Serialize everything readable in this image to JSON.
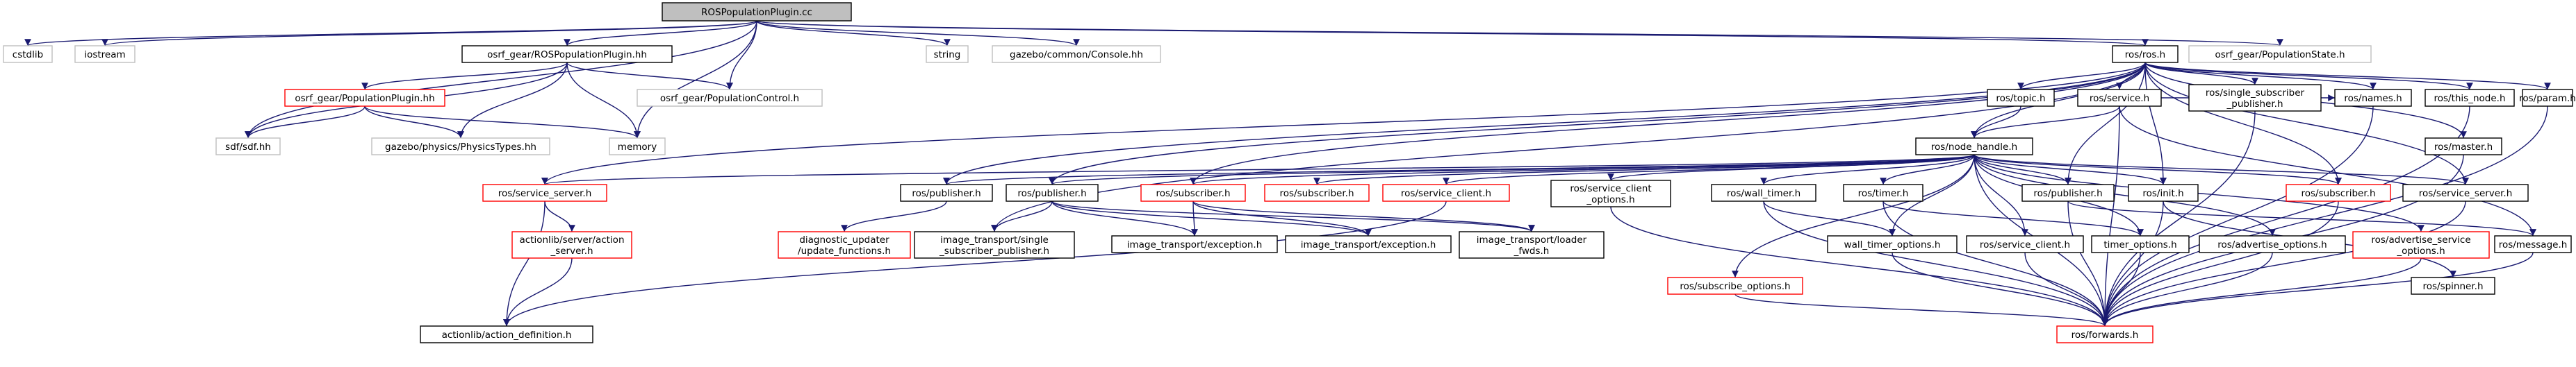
{
  "colors": {
    "background": "#ffffff",
    "root_fill": "#bfbfbf",
    "documented_border": "#000000",
    "undocumented_border": "#bfbfbf",
    "external_border": "#ff0000",
    "text": "#000000",
    "edge": "#191970"
  },
  "nodes": [
    {
      "id": "root",
      "label": "ROSPopulationPlugin.cc",
      "kind": "root"
    },
    {
      "id": "cstdlib",
      "label": "cstdlib",
      "kind": "undocumented"
    },
    {
      "id": "iostream",
      "label": "iostream",
      "kind": "undocumented"
    },
    {
      "id": "ros_plugin_hh",
      "label": "osrf_gear/ROSPopulationPlugin.hh",
      "kind": "documented"
    },
    {
      "id": "string",
      "label": "string",
      "kind": "undocumented"
    },
    {
      "id": "gazebo_console",
      "label": "gazebo/common/Console.hh",
      "kind": "undocumented"
    },
    {
      "id": "ros_h",
      "label": "ros/ros.h",
      "kind": "documented"
    },
    {
      "id": "population_state",
      "label": "osrf_gear/PopulationState.h",
      "kind": "undocumented"
    },
    {
      "id": "pop_plugin_hh",
      "label": "osrf_gear/PopulationPlugin.hh",
      "kind": "external"
    },
    {
      "id": "pop_control",
      "label": "osrf_gear/PopulationControl.h",
      "kind": "undocumented"
    },
    {
      "id": "memory",
      "label": "memory",
      "kind": "undocumented"
    },
    {
      "id": "sdf",
      "label": "sdf/sdf.hh",
      "kind": "undocumented"
    },
    {
      "id": "physics_types",
      "label": "gazebo/physics/PhysicsTypes.hh",
      "kind": "undocumented"
    },
    {
      "id": "topic",
      "label": "ros/topic.h",
      "kind": "documented"
    },
    {
      "id": "service",
      "label": "ros/service.h",
      "kind": "documented"
    },
    {
      "id": "single_sub_pub",
      "label": "ros/single_subscriber\n_publisher.h",
      "kind": "documented"
    },
    {
      "id": "names",
      "label": "ros/names.h",
      "kind": "documented"
    },
    {
      "id": "this_node",
      "label": "ros/this_node.h",
      "kind": "documented"
    },
    {
      "id": "param",
      "label": "ros/param.h",
      "kind": "documented"
    },
    {
      "id": "master",
      "label": "ros/master.h",
      "kind": "documented"
    },
    {
      "id": "node_handle",
      "label": "ros/node_handle.h",
      "kind": "documented"
    },
    {
      "id": "service_server_red",
      "label": "ros/service_server.h",
      "kind": "external"
    },
    {
      "id": "publisher_left",
      "label": "ros/publisher.h",
      "kind": "documented"
    },
    {
      "id": "publisher_mid",
      "label": "ros/publisher.h",
      "kind": "documented"
    },
    {
      "id": "subscriber_red1",
      "label": "ros/subscriber.h",
      "kind": "external"
    },
    {
      "id": "subscriber_red2",
      "label": "ros/subscriber.h",
      "kind": "external"
    },
    {
      "id": "service_client_red",
      "label": "ros/service_client.h",
      "kind": "external"
    },
    {
      "id": "service_client_opts",
      "label": "ros/service_client\n_options.h",
      "kind": "documented"
    },
    {
      "id": "wall_timer",
      "label": "ros/wall_timer.h",
      "kind": "documented"
    },
    {
      "id": "timer",
      "label": "ros/timer.h",
      "kind": "documented"
    },
    {
      "id": "publisher_right",
      "label": "ros/publisher.h",
      "kind": "documented"
    },
    {
      "id": "init",
      "label": "ros/init.h",
      "kind": "documented"
    },
    {
      "id": "subscriber_red3",
      "label": "ros/subscriber.h",
      "kind": "external"
    },
    {
      "id": "service_server_right",
      "label": "ros/service_server.h",
      "kind": "documented"
    },
    {
      "id": "actionlib_server",
      "label": "actionlib/server/action\n_server.h",
      "kind": "external"
    },
    {
      "id": "diag_updater",
      "label": "diagnostic_updater\n/update_functions.h",
      "kind": "external"
    },
    {
      "id": "it_single_sub",
      "label": "image_transport/single\n_subscriber_publisher.h",
      "kind": "documented"
    },
    {
      "id": "it_exception1",
      "label": "image_transport/exception.h",
      "kind": "documented"
    },
    {
      "id": "it_exception2",
      "label": "image_transport/exception.h",
      "kind": "documented"
    },
    {
      "id": "it_loader",
      "label": "image_transport/loader\n_fwds.h",
      "kind": "documented"
    },
    {
      "id": "subscribe_opts",
      "label": "ros/subscribe_options.h",
      "kind": "external"
    },
    {
      "id": "wall_timer_opts",
      "label": "wall_timer_options.h",
      "kind": "documented"
    },
    {
      "id": "service_client2",
      "label": "ros/service_client.h",
      "kind": "documented"
    },
    {
      "id": "timer_opts",
      "label": "timer_options.h",
      "kind": "documented"
    },
    {
      "id": "advertise_opts",
      "label": "ros/advertise_options.h",
      "kind": "documented"
    },
    {
      "id": "advertise_service_opts",
      "label": "ros/advertise_service\n_options.h",
      "kind": "external"
    },
    {
      "id": "spinner",
      "label": "ros/spinner.h",
      "kind": "documented"
    },
    {
      "id": "message",
      "label": "ros/message.h",
      "kind": "documented"
    },
    {
      "id": "action_definition",
      "label": "actionlib/action_definition.h",
      "kind": "documented"
    },
    {
      "id": "forwards",
      "label": "ros/forwards.h",
      "kind": "external"
    }
  ],
  "edges": [
    [
      "root",
      "cstdlib"
    ],
    [
      "root",
      "iostream"
    ],
    [
      "root",
      "ros_plugin_hh"
    ],
    [
      "root",
      "string"
    ],
    [
      "root",
      "gazebo_console"
    ],
    [
      "root",
      "ros_h"
    ],
    [
      "root",
      "population_state"
    ],
    [
      "root",
      "sdf"
    ],
    [
      "root",
      "memory"
    ],
    [
      "root",
      "pop_control"
    ],
    [
      "ros_plugin_hh",
      "pop_plugin_hh"
    ],
    [
      "ros_plugin_hh",
      "pop_control"
    ],
    [
      "ros_plugin_hh",
      "memory"
    ],
    [
      "ros_plugin_hh",
      "sdf"
    ],
    [
      "ros_plugin_hh",
      "physics_types"
    ],
    [
      "pop_plugin_hh",
      "sdf"
    ],
    [
      "pop_plugin_hh",
      "physics_types"
    ],
    [
      "pop_plugin_hh",
      "memory"
    ],
    [
      "ros_h",
      "topic"
    ],
    [
      "ros_h",
      "service"
    ],
    [
      "ros_h",
      "single_sub_pub"
    ],
    [
      "ros_h",
      "names"
    ],
    [
      "ros_h",
      "this_node"
    ],
    [
      "ros_h",
      "param"
    ],
    [
      "ros_h",
      "master"
    ],
    [
      "ros_h",
      "node_handle"
    ],
    [
      "ros_h",
      "service_server_red"
    ],
    [
      "ros_h",
      "publisher_left"
    ],
    [
      "ros_h",
      "publisher_mid"
    ],
    [
      "ros_h",
      "subscriber_red1"
    ],
    [
      "ros_h",
      "subscriber_red3"
    ],
    [
      "ros_h",
      "publisher_right"
    ],
    [
      "ros_h",
      "init"
    ],
    [
      "ros_h",
      "service_server_right"
    ],
    [
      "ros_h",
      "it_single_sub"
    ],
    [
      "topic",
      "node_handle"
    ],
    [
      "service",
      "node_handle"
    ],
    [
      "service",
      "names"
    ],
    [
      "service",
      "message"
    ],
    [
      "service",
      "forwards"
    ],
    [
      "single_sub_pub",
      "forwards"
    ],
    [
      "names",
      "forwards"
    ],
    [
      "this_node",
      "forwards"
    ],
    [
      "param",
      "forwards"
    ],
    [
      "master",
      "forwards"
    ],
    [
      "node_handle",
      "service_server_red"
    ],
    [
      "node_handle",
      "publisher_left"
    ],
    [
      "node_handle",
      "publisher_mid"
    ],
    [
      "node_handle",
      "subscriber_red1"
    ],
    [
      "node_handle",
      "subscriber_red2"
    ],
    [
      "node_handle",
      "service_client_red"
    ],
    [
      "node_handle",
      "service_client_opts"
    ],
    [
      "node_handle",
      "wall_timer"
    ],
    [
      "node_handle",
      "timer"
    ],
    [
      "node_handle",
      "publisher_right"
    ],
    [
      "node_handle",
      "init"
    ],
    [
      "node_handle",
      "subscriber_red3"
    ],
    [
      "node_handle",
      "service_server_right"
    ],
    [
      "node_handle",
      "subscribe_opts"
    ],
    [
      "node_handle",
      "wall_timer_opts"
    ],
    [
      "node_handle",
      "service_client2"
    ],
    [
      "node_handle",
      "timer_opts"
    ],
    [
      "node_handle",
      "advertise_opts"
    ],
    [
      "node_handle",
      "advertise_service_opts"
    ],
    [
      "node_handle",
      "forwards"
    ],
    [
      "service_server_red",
      "actionlib_server"
    ],
    [
      "service_server_red",
      "action_definition"
    ],
    [
      "publisher_left",
      "diag_updater"
    ],
    [
      "publisher_mid",
      "it_single_sub"
    ],
    [
      "publisher_mid",
      "it_exception1"
    ],
    [
      "publisher_mid",
      "it_exception2"
    ],
    [
      "publisher_mid",
      "it_loader"
    ],
    [
      "subscriber_red1",
      "it_exception1"
    ],
    [
      "subscriber_red1",
      "it_exception2"
    ],
    [
      "subscriber_red1",
      "it_loader"
    ],
    [
      "service_client_red",
      "action_definition"
    ],
    [
      "service_client_opts",
      "forwards"
    ],
    [
      "wall_timer",
      "wall_timer_opts"
    ],
    [
      "wall_timer",
      "forwards"
    ],
    [
      "timer",
      "timer_opts"
    ],
    [
      "timer",
      "forwards"
    ],
    [
      "publisher_right",
      "forwards"
    ],
    [
      "publisher_right",
      "message"
    ],
    [
      "init",
      "spinner"
    ],
    [
      "init",
      "forwards"
    ],
    [
      "subscriber_red3",
      "forwards"
    ],
    [
      "service_server_right",
      "forwards"
    ],
    [
      "actionlib_server",
      "action_definition"
    ],
    [
      "subscribe_opts",
      "forwards"
    ],
    [
      "wall_timer_opts",
      "forwards"
    ],
    [
      "service_client2",
      "forwards"
    ],
    [
      "timer_opts",
      "forwards"
    ],
    [
      "advertise_opts",
      "forwards"
    ],
    [
      "advertise_service_opts",
      "forwards"
    ],
    [
      "message",
      "forwards"
    ]
  ]
}
